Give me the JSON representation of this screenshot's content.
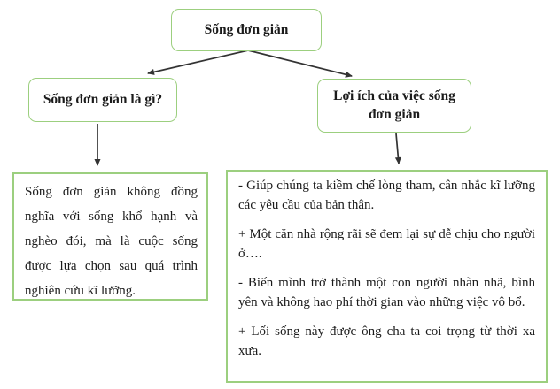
{
  "diagram": {
    "root": {
      "label": "Sống đơn giản"
    },
    "left_branch": {
      "title": "Sống đơn giản là gì?",
      "detail": "Sống đơn giản không đồng nghĩa với sống khổ hạnh và nghèo đói, mà là cuộc sống được lựa chọn sau quá trình nghiên cứu kĩ lưỡng."
    },
    "right_branch": {
      "title": "Lợi ích của việc sống đơn giản",
      "items": [
        "- Giúp chúng ta kiềm chế lòng tham, cân nhắc kĩ lưỡng các yêu cầu của bản thân.",
        "+ Một căn nhà rộng rãi sẽ đem lại sự dễ chịu cho người ở….",
        "- Biến mình trở thành một con người nhàn nhã, bình yên và không hao phí thời gian vào những việc vô bổ.",
        "+ Lối sống này được ông cha ta coi trọng từ thời xa xưa."
      ]
    },
    "colors": {
      "box_border_green": "#9ccf7f",
      "arrow": "#333333",
      "text": "#1b1b1b",
      "background": "#ffffff"
    }
  }
}
